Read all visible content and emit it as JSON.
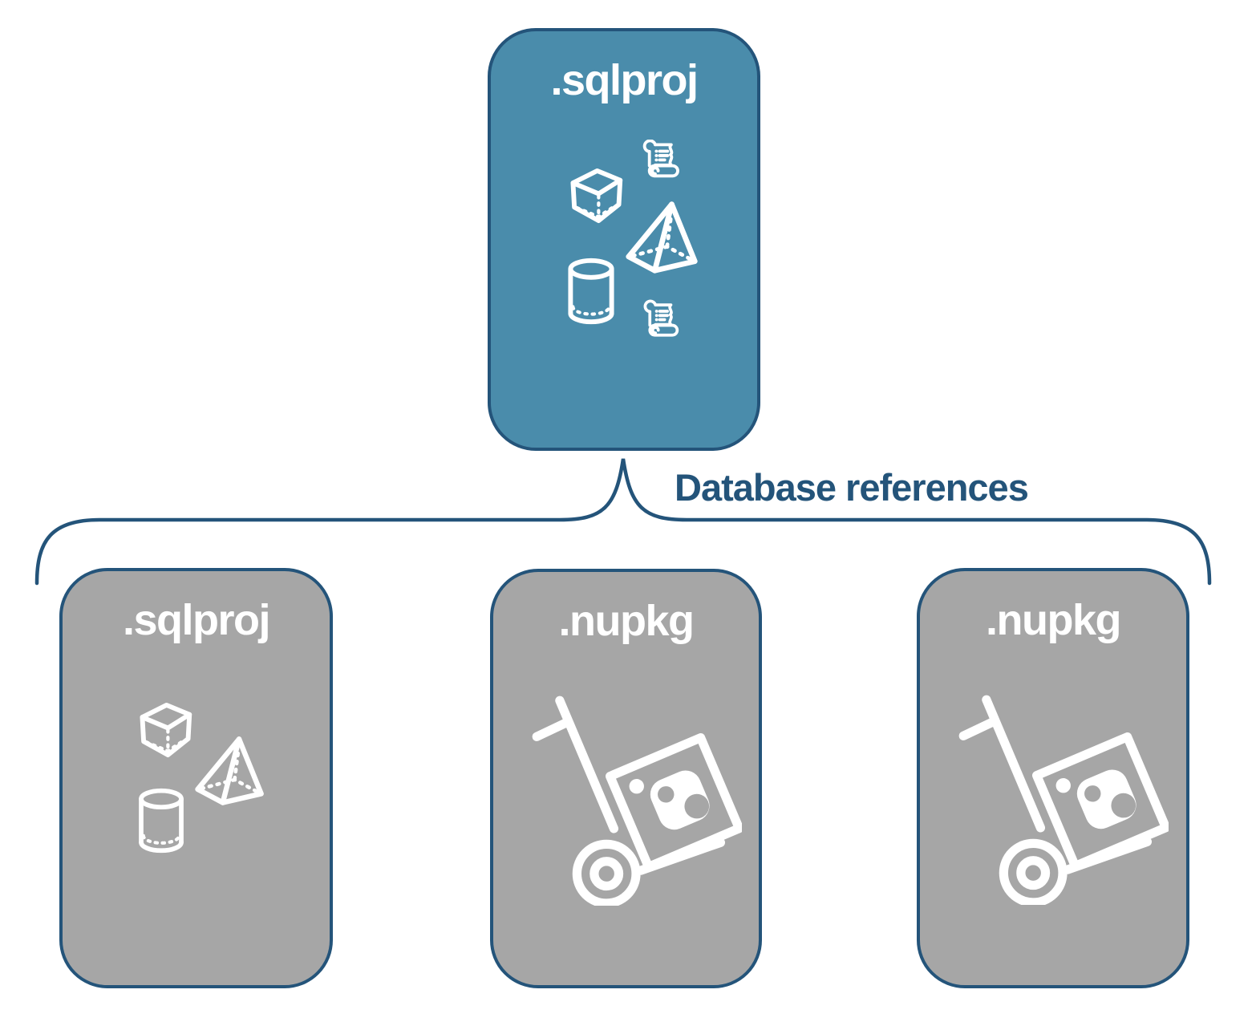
{
  "colors": {
    "root_fill": "#4a8cab",
    "child_fill": "#a6a6a6",
    "accent": "#24547a",
    "icon": "#ffffff"
  },
  "root_card": {
    "label": ".sqlproj",
    "icons": [
      "cube-icon",
      "scroll-icon",
      "pyramid-icon",
      "cylinder-icon",
      "scroll-icon"
    ]
  },
  "connector": {
    "label": "Database references"
  },
  "child_cards": [
    {
      "label": ".sqlproj",
      "icons": [
        "cube-icon",
        "pyramid-icon",
        "cylinder-icon"
      ]
    },
    {
      "label": ".nupkg",
      "icons": [
        "hand-truck-package-icon"
      ]
    },
    {
      "label": ".nupkg",
      "icons": [
        "hand-truck-package-icon"
      ]
    }
  ]
}
